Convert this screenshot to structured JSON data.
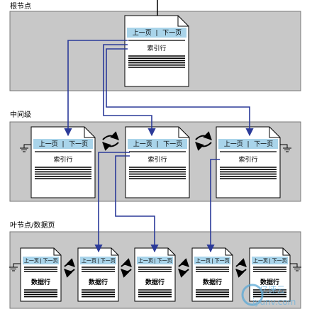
{
  "levels": {
    "root": "根节点",
    "intermediate": "中间级",
    "leaf": "叶节点/数据页"
  },
  "page": {
    "prev": "上一页",
    "sep": "|",
    "next": "下一页",
    "index_row": "索引行",
    "data_row": "数据行"
  },
  "watermark": {
    "cn": "亿速云",
    "url": "iyunv.com"
  },
  "colors": {
    "band": "#c8c8c8",
    "header": "#a9d4ea",
    "arrow": "#2b3a99"
  }
}
